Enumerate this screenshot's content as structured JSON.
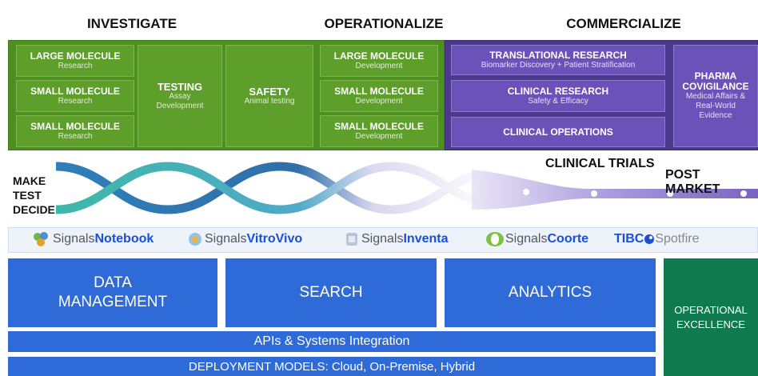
{
  "phases": {
    "investigate": "INVESTIGATE",
    "operationalize": "OPERATIONALIZE",
    "commercialize": "COMMERCIALIZE"
  },
  "green": {
    "large_research": {
      "title": "LARGE MOLECULE",
      "sub": "Research"
    },
    "small_research_1": {
      "title": "SMALL MOLECULE",
      "sub": "Research"
    },
    "small_research_2": {
      "title": "SMALL MOLECULE",
      "sub": "Research"
    },
    "testing": {
      "title": "TESTING",
      "sub": "Assay Development"
    },
    "safety": {
      "title": "SAFETY",
      "sub": "Animal testing"
    },
    "large_dev": {
      "title": "LARGE MOLECULE",
      "sub": "Development"
    },
    "small_dev_1": {
      "title": "SMALL MOLECULE",
      "sub": "Development"
    },
    "small_dev_2": {
      "title": "SMALL MOLECULE",
      "sub": "Development"
    }
  },
  "purple": {
    "translational": {
      "title": "TRANSLATIONAL RESEARCH",
      "sub": "Biomarker Discovery + Patient Stratification"
    },
    "clinical_research": {
      "title": "CLINICAL RESEARCH",
      "sub": "Safety & Efficacy"
    },
    "clinical_ops": {
      "title": "CLINICAL OPERATIONS"
    },
    "pharmacovigilance": {
      "title": "PHARMA COVIGILANCE",
      "sub": "Medical Affairs & Real-World Evidence"
    }
  },
  "labels": {
    "make": "MAKE",
    "test": "TEST",
    "decide": "DECIDE",
    "clinical_trials": "CLINICAL TRIALS",
    "post_market": "POST MARKET"
  },
  "products": {
    "notebook": {
      "a": "Signals",
      "b": "Notebook"
    },
    "vitrovivo": {
      "a": "Signals",
      "b": "VitroVivo"
    },
    "inventa": {
      "a": "Signals",
      "b": "Inventa"
    },
    "coorte": {
      "a": "Signals",
      "b": "Coorte"
    },
    "tibco": {
      "a": "TIBC",
      "b": "Spotfire"
    }
  },
  "platform": {
    "data_management": "DATA MANAGEMENT",
    "search": "SEARCH",
    "analytics": "ANALYTICS",
    "apis": "APIs & Systems Integration",
    "deployment": "DEPLOYMENT MODELS: Cloud, On-Premise, Hybrid",
    "operational_excellence": "OPERATIONAL EXCELLENCE"
  },
  "colors": {
    "green": "#5e9e2b",
    "purple": "#6a52b8",
    "blue": "#2e6ad8",
    "teal": "#0e7a4e"
  }
}
